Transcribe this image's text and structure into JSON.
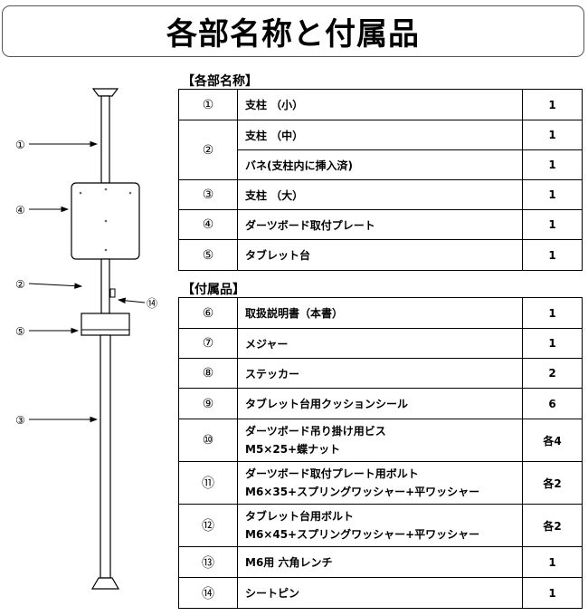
{
  "title": "各部名称と付属品",
  "section_parts": "【各部名称】",
  "section_accessories": "【付属品】",
  "diagram_markers": [
    "①",
    "④",
    "②",
    "⑭",
    "⑤",
    "③"
  ],
  "parts": [
    {
      "num": "①",
      "rows": [
        {
          "name": "支柱 （小）",
          "qty": "1"
        }
      ]
    },
    {
      "num": "②",
      "rows": [
        {
          "name": "支柱 （中）",
          "qty": "1"
        },
        {
          "name": "バネ(支柱内に挿入済)",
          "qty": "1"
        }
      ]
    },
    {
      "num": "③",
      "rows": [
        {
          "name": "支柱 （大）",
          "qty": "1"
        }
      ]
    },
    {
      "num": "④",
      "rows": [
        {
          "name": "ダーツボード取付プレート",
          "qty": "1"
        }
      ]
    },
    {
      "num": "⑤",
      "rows": [
        {
          "name": "タブレット台",
          "qty": "1"
        }
      ]
    }
  ],
  "accessories": [
    {
      "num": "⑥",
      "lines": [
        "取扱説明書（本書）"
      ],
      "qty": "1"
    },
    {
      "num": "⑦",
      "lines": [
        "メジャー"
      ],
      "qty": "1"
    },
    {
      "num": "⑧",
      "lines": [
        "ステッカー"
      ],
      "qty": "2"
    },
    {
      "num": "⑨",
      "lines": [
        "タブレット台用クッションシール"
      ],
      "qty": "6"
    },
    {
      "num": "⑩",
      "lines": [
        "ダーツボード吊り掛け用ビス",
        "M5×25+蝶ナット"
      ],
      "qty": "各4"
    },
    {
      "num": "⑪",
      "lines": [
        "ダーツボード取付プレート用ボルト",
        "M6×35+スプリングワッシャー+平ワッシャー"
      ],
      "qty": "各2"
    },
    {
      "num": "⑫",
      "lines": [
        "タブレット台用ボルト",
        "M6×45+スプリングワッシャー+平ワッシャー"
      ],
      "qty": "各2"
    },
    {
      "num": "⑬",
      "lines": [
        "M6用 六角レンチ"
      ],
      "qty": "1"
    },
    {
      "num": "⑭",
      "lines": [
        "シートピン"
      ],
      "qty": "1"
    }
  ]
}
